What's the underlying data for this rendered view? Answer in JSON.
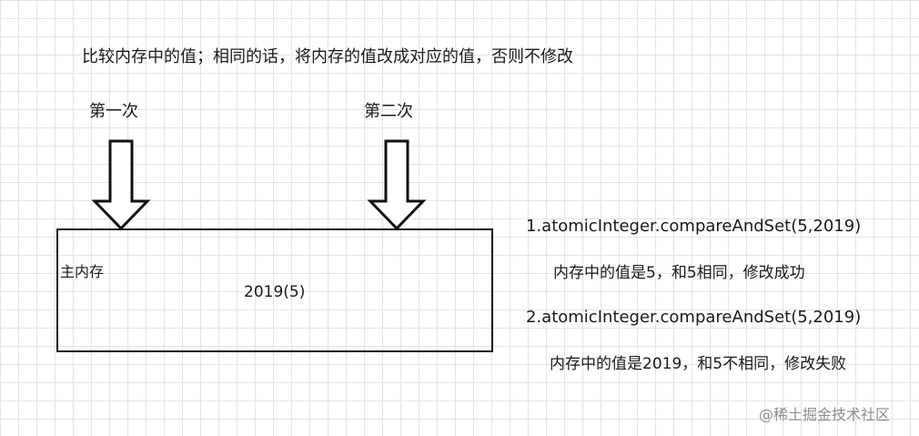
{
  "description": "比较内存中的值；相同的话，将内存的值改成对应的值，否则不修改",
  "labels": {
    "first": "第一次",
    "second": "第二次"
  },
  "memory": {
    "label": "主内存",
    "value": "2019(5)"
  },
  "steps": [
    {
      "call": "1.atomicInteger.compareAndSet(5,2019)",
      "result": "内存中的值是5，和5相同，修改成功"
    },
    {
      "call": "2.atomicInteger.compareAndSet(5,2019)",
      "result": "内存中的值是2019，和5不相同，修改失败"
    }
  ],
  "watermark": "@稀土掘金技术社区",
  "colors": {
    "stroke": "#111111",
    "grid": "#e4e4e4",
    "watermark": "#8e8e8e"
  }
}
